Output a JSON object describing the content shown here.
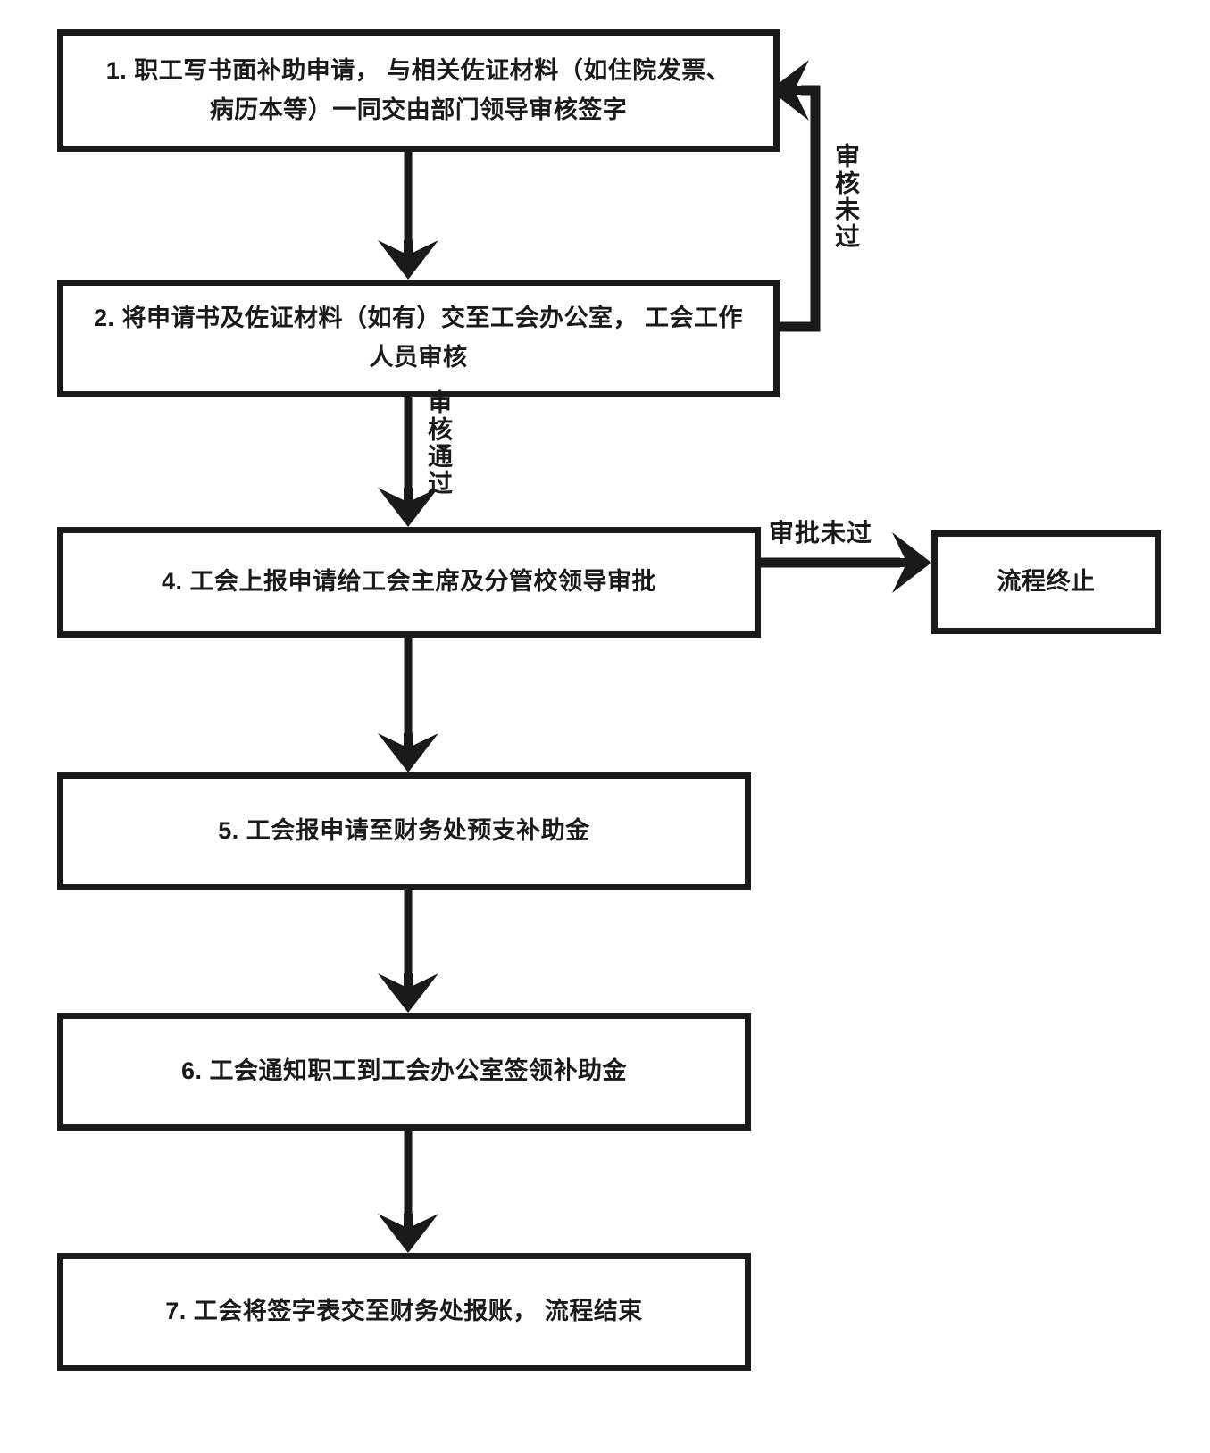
{
  "diagram": {
    "title": "职工补助申请流程图",
    "colors": {
      "stroke": "#1a1a1a",
      "fill": "#ffffff",
      "text": "#1a1a1a"
    },
    "nodes": [
      {
        "id": "step1",
        "label": "1. 职工写书面补助申请，  与相关佐证材料（如住院发票、\n病历本等）一同交由部门领导审核签字"
      },
      {
        "id": "step2",
        "label": "2. 将申请书及佐证材料（如有）交至工会办公室，  工会工作\n人员审核"
      },
      {
        "id": "step4",
        "label": "4. 工会上报申请给工会主席及分管校领导审批"
      },
      {
        "id": "terminate",
        "label": "流程终止"
      },
      {
        "id": "step5",
        "label": "5. 工会报申请至财务处预支补助金"
      },
      {
        "id": "step6",
        "label": "6. 工会通知职工到工会办公室签领补助金"
      },
      {
        "id": "step7",
        "label": "7. 工会将签字表交至财务处报账，  流程结束"
      }
    ],
    "edge_labels": [
      {
        "id": "review-failed",
        "text": "审核未过",
        "orientation": "vertical"
      },
      {
        "id": "review-passed",
        "text": "审核通过",
        "orientation": "vertical"
      },
      {
        "id": "approval-failed",
        "text": "审批未过",
        "orientation": "horizontal"
      }
    ]
  }
}
